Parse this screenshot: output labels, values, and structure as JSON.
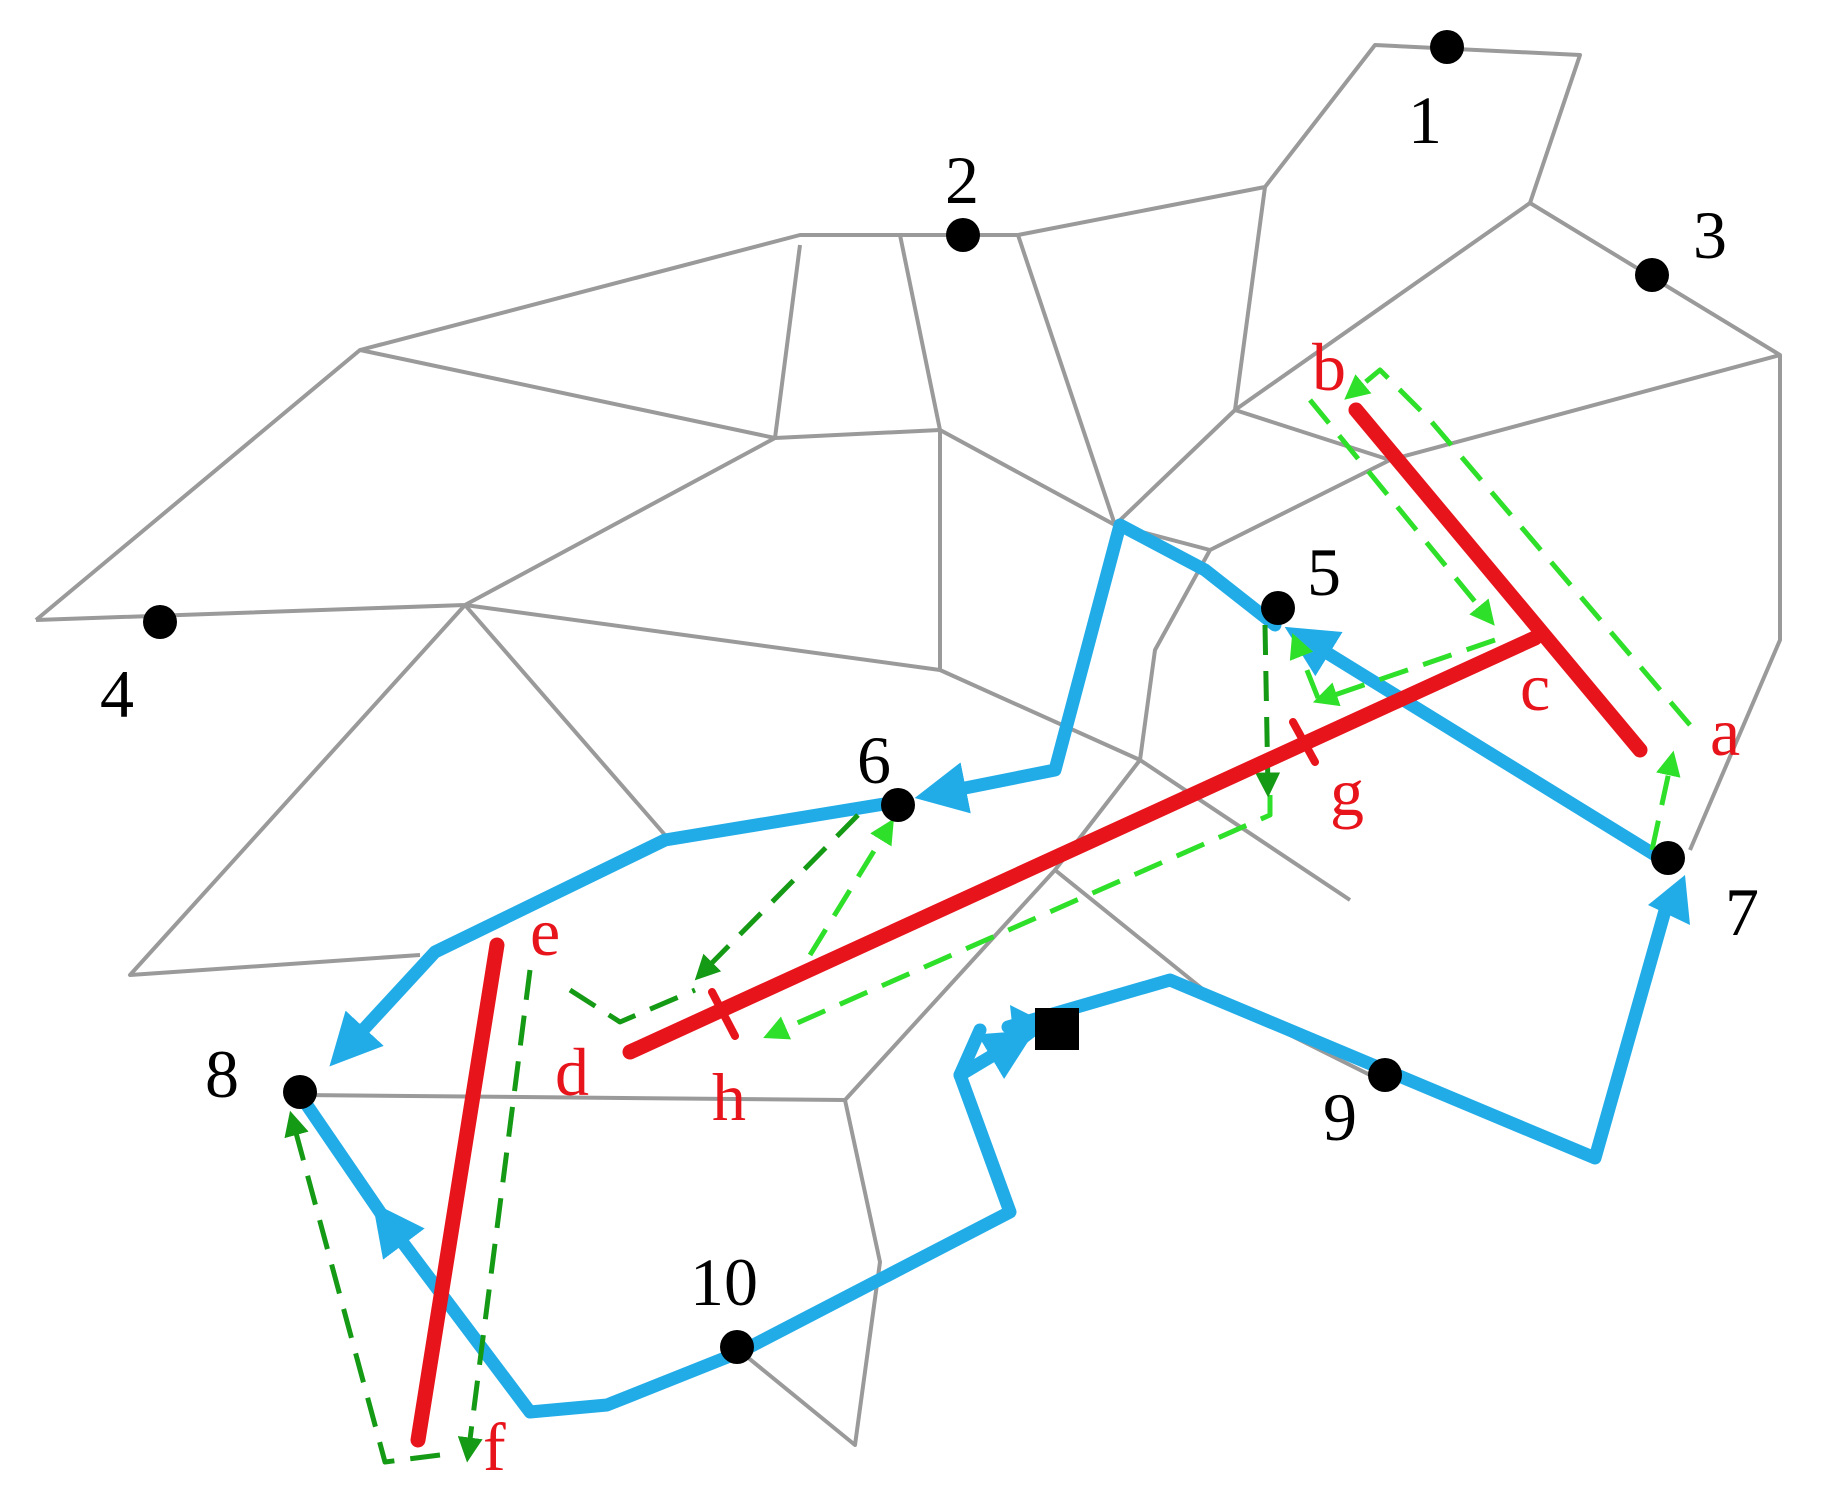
{
  "colors": {
    "network": "#9a9a9a",
    "route": "#21ace8",
    "segment": "#e8141b",
    "inspect_light": "#2fe02a",
    "inspect_dark": "#159a15",
    "node": "#000000",
    "node_label": "#000000",
    "segment_label": "#e8141b"
  },
  "nodes": [
    {
      "id": "1",
      "label": "1"
    },
    {
      "id": "2",
      "label": "2"
    },
    {
      "id": "3",
      "label": "3"
    },
    {
      "id": "4",
      "label": "4"
    },
    {
      "id": "5",
      "label": "5"
    },
    {
      "id": "6",
      "label": "6"
    },
    {
      "id": "7",
      "label": "7"
    },
    {
      "id": "8",
      "label": "8"
    },
    {
      "id": "9",
      "label": "9"
    },
    {
      "id": "10",
      "label": "10"
    }
  ],
  "segment_points": [
    {
      "id": "a",
      "label": "a"
    },
    {
      "id": "b",
      "label": "b"
    },
    {
      "id": "c",
      "label": "c"
    },
    {
      "id": "d",
      "label": "d"
    },
    {
      "id": "e",
      "label": "e"
    },
    {
      "id": "f",
      "label": "f"
    },
    {
      "id": "g",
      "label": "g"
    },
    {
      "id": "h",
      "label": "h"
    }
  ],
  "icons": {
    "depot": "square-depot-icon"
  }
}
